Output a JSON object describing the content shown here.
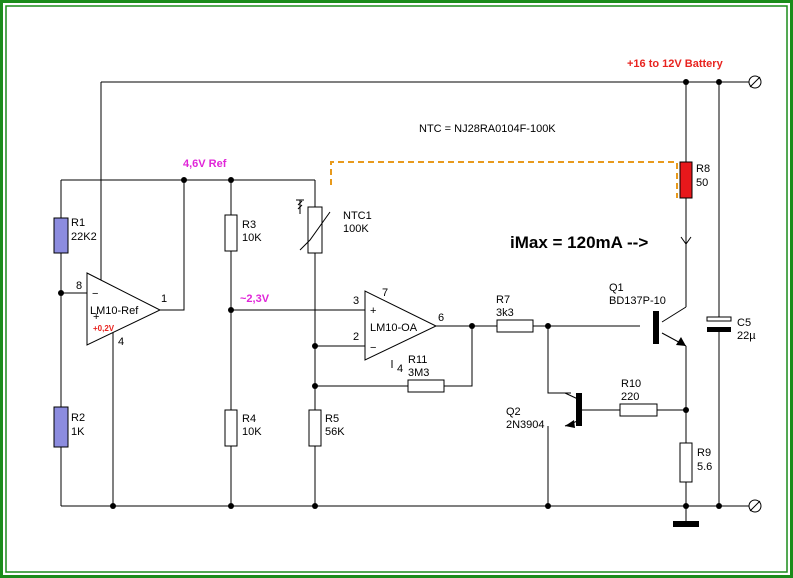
{
  "supply": {
    "label": "+16 to 12V Battery"
  },
  "ntc_note": "NTC = NJ28RA0104F-100K",
  "ref_label": "4,6V Ref",
  "mid_label": "~2,3V",
  "imax_label": "iMax = 120mA -->",
  "components": {
    "r1": {
      "name": "R1",
      "value": "22K2"
    },
    "r2": {
      "name": "R2",
      "value": "1K"
    },
    "r3": {
      "name": "R3",
      "value": "10K"
    },
    "r4": {
      "name": "R4",
      "value": "10K"
    },
    "r5": {
      "name": "R5",
      "value": "56K"
    },
    "ntc1": {
      "name": "NTC1",
      "value": "100K"
    },
    "r7": {
      "name": "R7",
      "value": "3k3"
    },
    "r8": {
      "name": "R8",
      "value": "50"
    },
    "r9": {
      "name": "R9",
      "value": "5.6"
    },
    "r10": {
      "name": "R10",
      "value": "220"
    },
    "r11": {
      "name": "R11",
      "value": "3M3"
    },
    "c5": {
      "name": "C5",
      "value": "22µ"
    },
    "q1": {
      "name": "Q1",
      "value": "BD137P-10"
    },
    "q2": {
      "name": "Q2",
      "value": "2N3904"
    },
    "u1": {
      "name": "LM10-Ref",
      "offset": "+0,2V"
    },
    "u2": {
      "name": "LM10-OA"
    }
  },
  "pins": {
    "u1_minus": "−",
    "u1_plus": "+",
    "u1_p8": "8",
    "u1_p1": "1",
    "u1_p4": "4",
    "u2_plus": "+",
    "u2_minus": "−",
    "u2_p3": "3",
    "u2_p2": "2",
    "u2_p7": "7",
    "u2_p6": "6",
    "u2_p4": "4"
  },
  "colors": {
    "frame": "#1a8c1a",
    "supply_text": "#e8231f",
    "ref_text": "#e025d8",
    "r1_r2_fill": "#8c8cdf",
    "r8_fill": "#e8181b",
    "thermal_link": "#e89a1c"
  }
}
